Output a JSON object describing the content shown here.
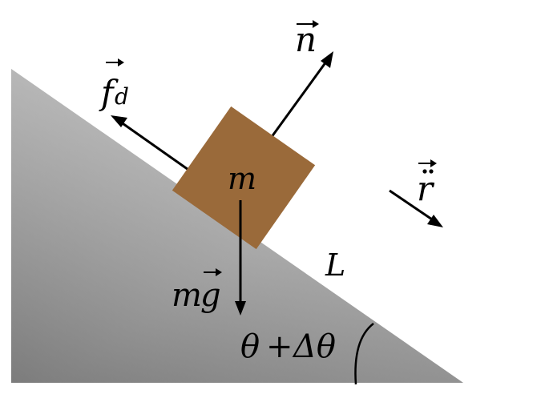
{
  "diagram": {
    "labels": {
      "normal_force": "n",
      "friction_force": "f",
      "friction_subscript": "d",
      "acceleration": "r",
      "mass": "m",
      "weight_prefix": "m",
      "weight_vector": "g",
      "length": "L",
      "angle_theta": "θ",
      "angle_operator": "+",
      "angle_delta": "Δθ"
    },
    "colors": {
      "incline_light": "#d4d4d4",
      "incline_dark": "#5e5e5e",
      "block": "#9a6a3a",
      "arrow": "#000000"
    }
  }
}
